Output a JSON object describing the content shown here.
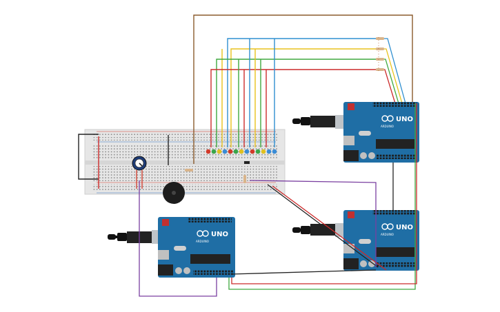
{
  "colors": {
    "board": "#1f6ea5",
    "board_dark": "#155b8c",
    "breadcorner": "#dcdcdc",
    "wire_brown": "#8a5a2b",
    "wire_blue": "#2f8fd0",
    "wire_yellow": "#e8c21b",
    "wire_green": "#3ea83e",
    "wire_red": "#cc2a2a",
    "wire_black": "#222222",
    "wire_purple": "#7a3fa0",
    "led_green": "#3aa64a",
    "led_red": "#d23a2a",
    "led_yellow": "#e0c020",
    "led_blue": "#3a8cd6"
  },
  "boards": [
    {
      "label": "UNO",
      "brand": "ARDUINO"
    },
    {
      "label": "UNO",
      "brand": "ARDUINO"
    },
    {
      "label": "UNO",
      "brand": "ARDUINO"
    }
  ],
  "icons": {
    "usb_plug": "usb-plug-icon",
    "potentiometer": "potentiometer-icon",
    "buzzer": "buzzer-icon"
  }
}
